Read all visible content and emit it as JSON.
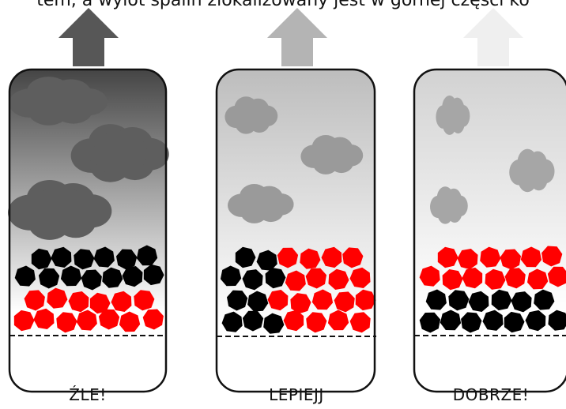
{
  "caption": "tem, a wylot spalin zlokalizowany jest w górnej części ko",
  "panels": [
    {
      "label": "ŹLE!",
      "arrow_color": "#575757",
      "smoke_gradient": [
        "#454545",
        "#ffffff"
      ],
      "cloud_color": "#5e5e5e"
    },
    {
      "label": "LEPIEJJ",
      "arrow_color": "#b4b4b4",
      "smoke_gradient": [
        "#bdbdbd",
        "#ffffff"
      ],
      "cloud_color": "#9a9a9a"
    },
    {
      "label": "DOBRZE!",
      "arrow_color": "#efefef",
      "smoke_gradient": [
        "#d2d2d2",
        "#ffffff"
      ],
      "cloud_color": "#a6a6a6"
    }
  ],
  "colors": {
    "coal": "#000000",
    "burning": "#ff0000",
    "outline": "#111111"
  }
}
